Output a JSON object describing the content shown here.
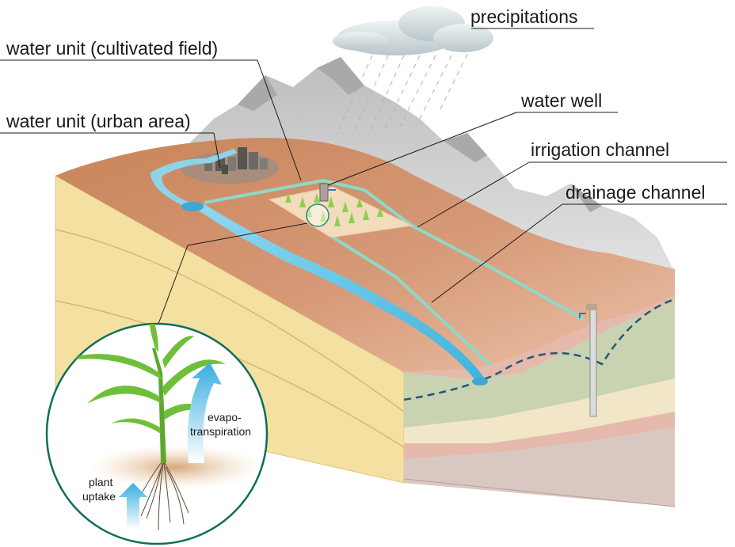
{
  "labels": {
    "precipitations": "precipitations",
    "water_unit_field": "water unit (cultivated field)",
    "water_unit_urban": "water unit (urban area)",
    "water_well": "water well",
    "irrigation_channel": "irrigation channel",
    "drainage_channel": "drainage channel",
    "evapo_line1": "evapo-",
    "evapo_line2": "transpiration",
    "plant_line1": "plant",
    "plant_line2": "uptake"
  },
  "colors": {
    "soil_top": "#c98a5e",
    "soil_front": "#f4e2a6",
    "water": "#5ec4e6",
    "mountain": "#c4c4c4",
    "cloud": "#d4dde0",
    "aquifer": "#c9d3b0",
    "inset_border": "#0d6e5a"
  }
}
